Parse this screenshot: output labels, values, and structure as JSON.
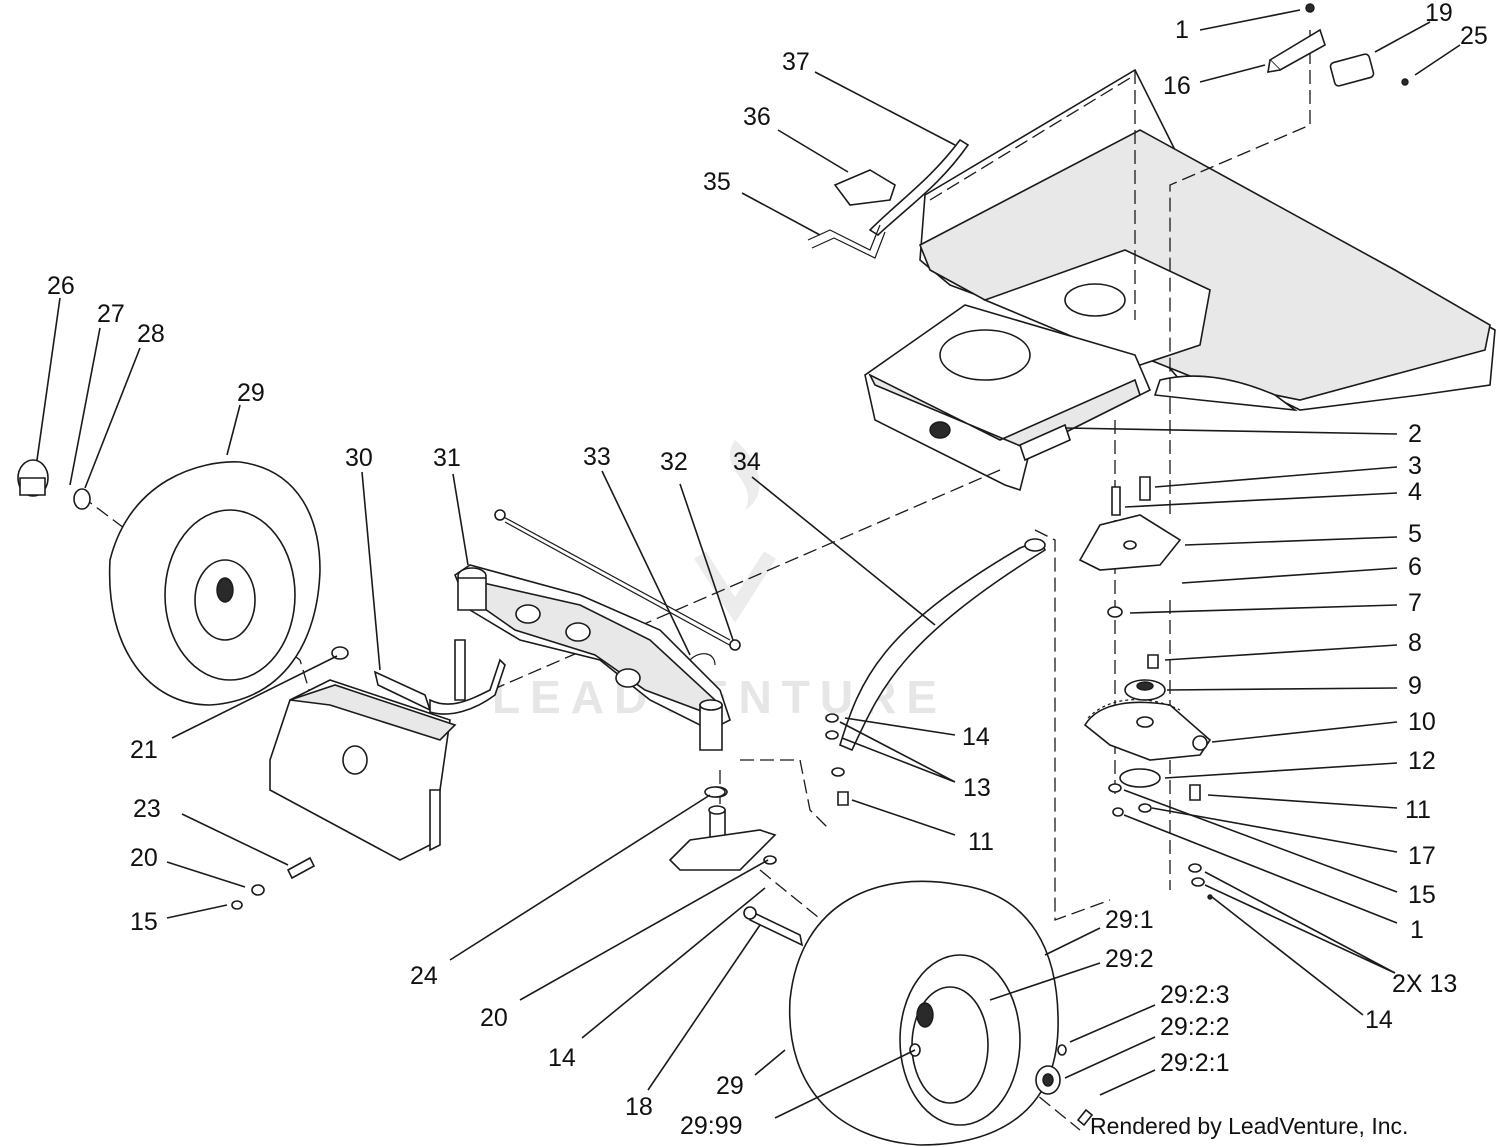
{
  "diagram": {
    "watermark": "LEADVENTURE",
    "footer": "Rendered by LeadVenture, Inc.",
    "callouts": {
      "c1_top": "1",
      "c16": "16",
      "c19": "19",
      "c25": "25",
      "c37": "37",
      "c36": "36",
      "c35": "35",
      "c26": "26",
      "c27": "27",
      "c28": "28",
      "c29_left": "29",
      "c30": "30",
      "c31": "31",
      "c33": "33",
      "c32": "32",
      "c34": "34",
      "c2": "2",
      "c3": "3",
      "c4": "4",
      "c5": "5",
      "c6": "6",
      "c7": "7",
      "c8": "8",
      "c9": "9",
      "c10": "10",
      "c12": "12",
      "c11_right": "11",
      "c17": "17",
      "c15_right": "15",
      "c1_right": "1",
      "c2x13": "2X 13",
      "c14_right": "14",
      "c14_mid": "14",
      "c13_mid": "13",
      "c11_mid": "11",
      "c21": "21",
      "c23": "23",
      "c20_left": "20",
      "c15_left": "15",
      "c24": "24",
      "c20_bottom": "20",
      "c14_bottom": "14",
      "c18": "18",
      "c29_bottom": "29",
      "c29_99": "29:99",
      "c29_1": "29:1",
      "c29_2": "29:2",
      "c29_2_3": "29:2:3",
      "c29_2_2": "29:2:2",
      "c29_2_1": "29:2:1"
    }
  }
}
